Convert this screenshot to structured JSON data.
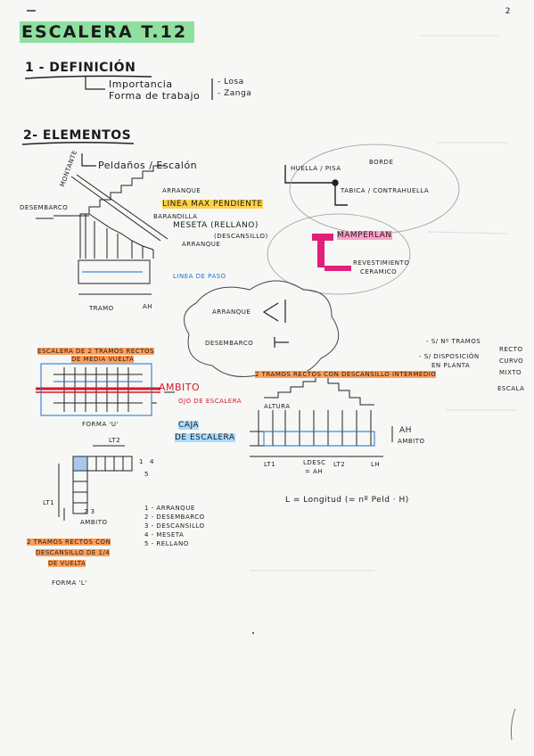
{
  "title": "ESCALERA T.12",
  "section1": {
    "heading": "1 - DEFINICIÓN",
    "importance": "Importancia",
    "work_form": "Forma de trabajo",
    "options": [
      "- Losa",
      "- Zanga"
    ]
  },
  "section2": {
    "heading": "2- ELEMENTOS",
    "peldanos": "Peldaños / Escalón",
    "desembarco": "DESEMBARCO",
    "huella_line": "MONTANTE",
    "arranque_top": "ARRANQUE",
    "linea_max": "LINEA MAX PENDIENTE",
    "barandilla": "BARANDILLA",
    "meseta": "MESETA (RELLANO)",
    "descansillo": "(DESCANSILLO)",
    "arranque_mid": "ARRANQUE",
    "linea_paso": "LINEA DE PASO",
    "tramo": "TRAMO",
    "ah": "AH",
    "huella_pisa": "HUELLA / PISA",
    "borde": "BORDE",
    "tabica": "TABICA / CONTRAHUELLA",
    "mamperlan": "MAMPERLAN",
    "revestimiento": "REVESTIMIENTO",
    "ceramico": "CERAMICO",
    "cloud_arranque": "ARRANQUE",
    "cloud_desembarco": "DESEMBARCO"
  },
  "classification": {
    "by_tramos": "- S/ Nº TRAMOS",
    "by_disposicion": "- S/ DISPOSICIÓN",
    "en_planta": "EN PLANTA",
    "types": [
      "RECTO",
      "CURVO",
      "MIXTO"
    ],
    "scale": "ESCALA"
  },
  "diagrams": {
    "escalera_tramos": "ESCALERA DE 2 TRAMOS RECTOS",
    "de_media_vuelta": "DE MEDIA VUELTA",
    "ambito": "AMBITO",
    "ojo": "OJO DE ESCALERA",
    "forma_u": "FORMA 'U'",
    "caja": "CAJA",
    "de_escalera": "DE ESCALERA",
    "dos_tramos": "2 TRAMOS RECTOS CON DESCANSILLO INTERMEDIO",
    "ah_right": "AH",
    "ambito_right": "AMBITO",
    "altura_label": "ALTURA",
    "lt1": "LT1",
    "lt2": "LT2",
    "ldesc": "LDESC",
    "eq_ah": "= AH",
    "lt2b": "LT2",
    "lh": "LH",
    "formula": "L = Longitud (= nº Peld · H)",
    "lt2_top": "LT2",
    "lt1_side": "LT1",
    "ambito_bottom": "AMBITO",
    "legend": [
      "1 - ARRANQUE",
      "2 - DESEMBARCO",
      "3 - DESCANSILLO",
      "4 - MESETA",
      "5 - RELLANO"
    ],
    "l_text_1": "2 TRAMOS RECTOS CON",
    "l_text_2": "DESCANSILLO DE 1/4",
    "l_text_3": "DE VUELTA",
    "forma_l": "FORMA 'L'",
    "num_1": "1",
    "num_4": "4",
    "num_5": "5",
    "num_23": "2 3"
  },
  "corner_mark": "2",
  "colors": {
    "title_highlight": "#8fe0a0",
    "yellow": "#ffd24a",
    "orange": "#ff9f5a",
    "blue": "#a8dcff",
    "pink": "#ffa0c8",
    "red": "#d11a2a"
  }
}
